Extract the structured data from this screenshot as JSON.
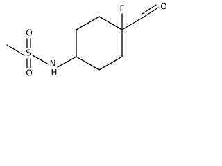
{
  "structure": {
    "atom_labels": {
      "fluorine": "F",
      "aldehyde_oxygen": "O",
      "sulfur": "S",
      "sulfonyl_oxygen_top": "O",
      "sulfonyl_oxygen_bottom": "O",
      "nitrogen_hydrogen": "N\nH"
    }
  }
}
